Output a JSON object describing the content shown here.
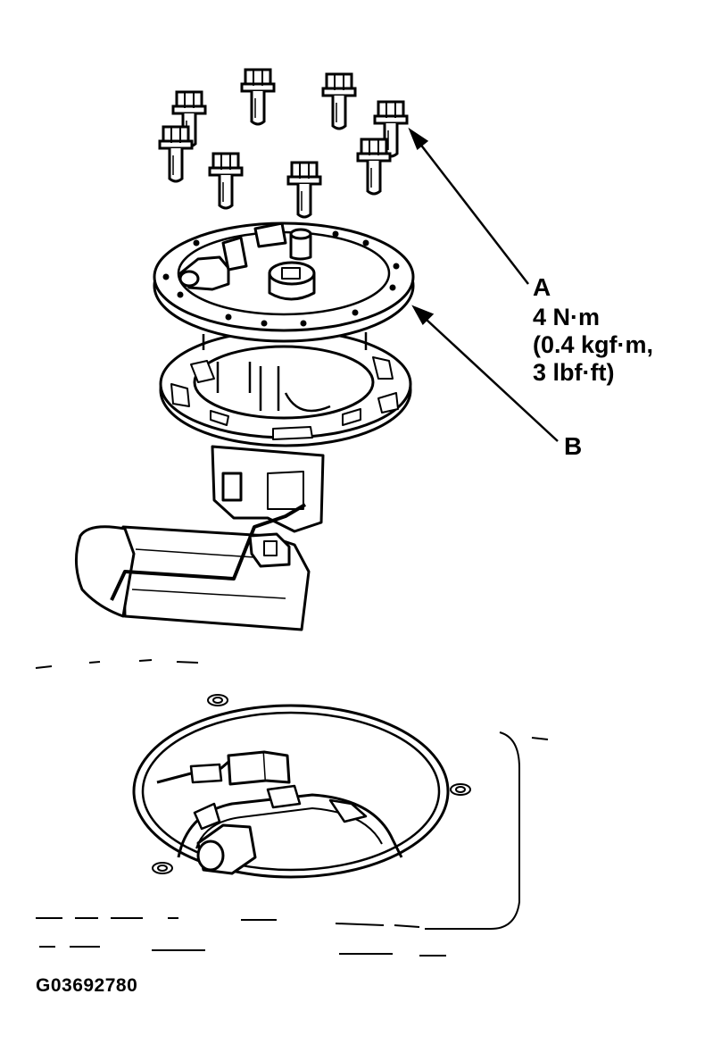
{
  "callouts": {
    "a": {
      "letter": "A",
      "torque_lines": [
        "4 N·m",
        "(0.4 kgf·m,",
        "3 lbf·ft)"
      ]
    },
    "b": {
      "letter": "B"
    }
  },
  "figure_id": "G03692780",
  "icons": [
    "flange-bolt-icon",
    "fuel-pump-icon",
    "lock-ring-icon",
    "fuel-tank-opening-icon"
  ],
  "colors": {
    "line": "#000000",
    "background": "#ffffff"
  }
}
